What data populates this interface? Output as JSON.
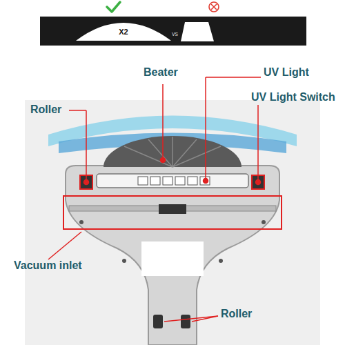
{
  "diagram": {
    "nodes": [
      {
        "text": [
          "X2"
        ]
      }
    ],
    "labels": [
      "vs",
      "Beater",
      "Roller",
      "UV Light",
      "UV Light Switch",
      "Vacuum inlet",
      "Roller"
    ]
  }
}
